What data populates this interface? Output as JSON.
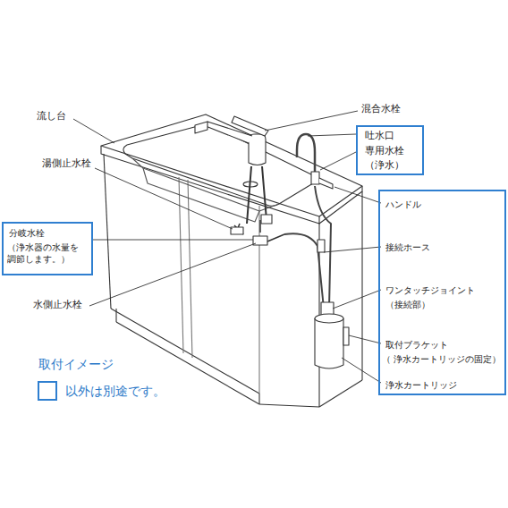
{
  "diagram": {
    "nodes": [
      {
        "text": [
          "吐水口",
          "専用水栓",
          "（浄水）"
        ]
      },
      {
        "text": [
          "分岐水栓",
          "（浄水器の水量を 調節します。）"
        ]
      },
      {
        "text": [
          "ハンドル",
          "接続ホース",
          "ワンタッチジョイント",
          "（接続部）",
          "取付ブラケット",
          "（ 浄水カートリッジの固定）",
          "浄水カートリッジ"
        ]
      }
    ],
    "labels": [
      "流し台",
      "混合水栓",
      "湯側止水栓",
      "水側止水栓",
      "取付イメージ"
    ],
    "legend": [
      {
        "text": "以外は別途です。"
      }
    ]
  }
}
